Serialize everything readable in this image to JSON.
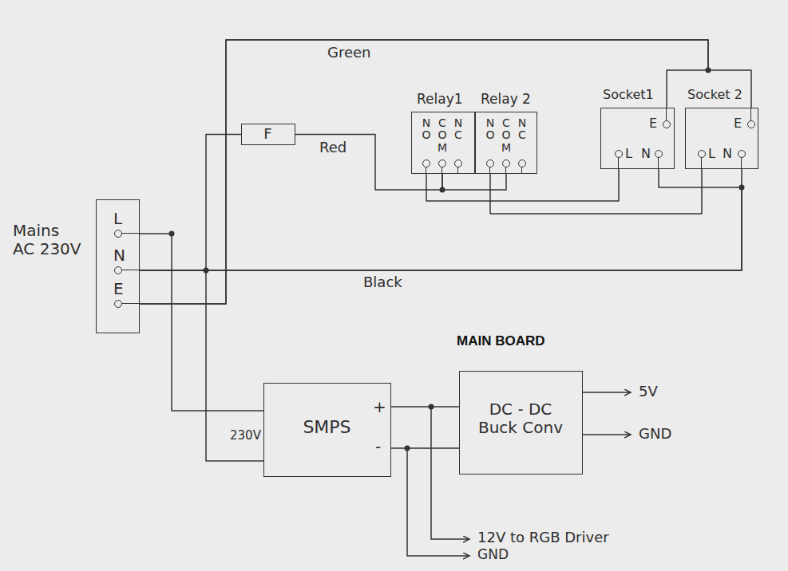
{
  "diagram": {
    "nodes": [
      {
        "text": [
          "L",
          "N",
          "E"
        ]
      },
      {
        "text": [
          "F"
        ]
      },
      {
        "text": [
          "Relay1",
          "NO",
          "COM",
          "NC"
        ]
      },
      {
        "text": [
          "Relay 2",
          "NO",
          "COM",
          "NC"
        ]
      },
      {
        "text": [
          "Socket1",
          "E",
          "L",
          "N"
        ]
      },
      {
        "text": [
          "Socket 2",
          "E",
          "L",
          "N"
        ]
      },
      {
        "text": [
          "SMPS",
          "+",
          "-"
        ]
      },
      {
        "text": [
          "DC - DC Buck Conv"
        ]
      }
    ],
    "edges": [
      {
        "from": 0,
        "to": 1,
        "arrow": "none"
      },
      {
        "from": 1,
        "to": 2,
        "arrow": "none"
      },
      {
        "from": 2,
        "to": 3,
        "arrow": "none"
      },
      {
        "from": 2,
        "to": 4,
        "arrow": "none"
      },
      {
        "from": 3,
        "to": 5,
        "arrow": "none"
      },
      {
        "from": 0,
        "to": 4,
        "arrow": "none"
      },
      {
        "from": 0,
        "to": 5,
        "arrow": "none"
      },
      {
        "from": 0,
        "to": 4,
        "arrow": "none"
      },
      {
        "from": 0,
        "to": 5,
        "arrow": "none"
      },
      {
        "from": 0,
        "to": 6,
        "arrow": "none"
      },
      {
        "from": 0,
        "to": 6,
        "arrow": "none"
      },
      {
        "from": 6,
        "to": 7,
        "arrow": "none"
      },
      {
        "from": 6,
        "to": 7,
        "arrow": "none"
      }
    ],
    "labels": [
      "Mains AC 230V",
      "Green",
      "Red",
      "Black",
      "MAIN BOARD",
      "230V",
      "5V",
      "GND",
      "12V to RGB Driver",
      "GND"
    ]
  }
}
